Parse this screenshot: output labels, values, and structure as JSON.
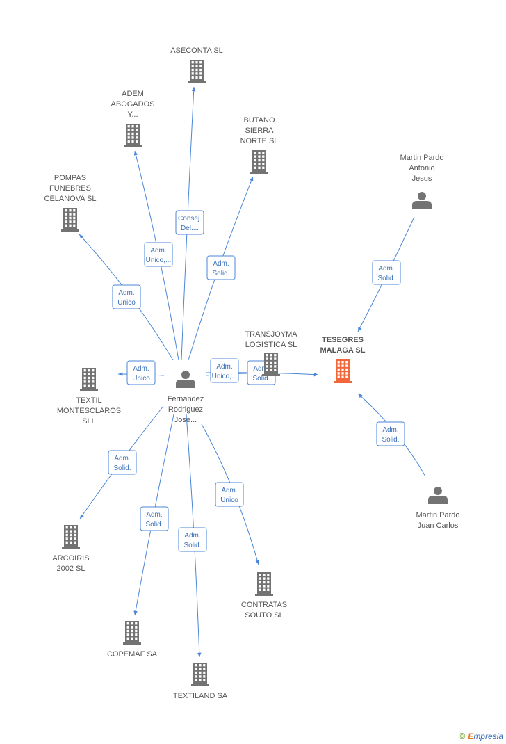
{
  "colors": {
    "edge": "#4a86d8",
    "company": "#737373",
    "focus_company": "#f26739",
    "person": "#737373"
  },
  "nodes": [
    {
      "id": "aseconta",
      "kind": "company",
      "label": [
        "ASECONTA SL"
      ]
    },
    {
      "id": "adem",
      "kind": "company",
      "label": [
        "ADEM",
        "ABOGADOS",
        "Y..."
      ]
    },
    {
      "id": "butano",
      "kind": "company",
      "label": [
        "BUTANO",
        "SIERRA",
        "NORTE SL"
      ]
    },
    {
      "id": "pompas",
      "kind": "company",
      "label": [
        "POMPAS",
        "FUNEBRES",
        "CELANOVA SL"
      ]
    },
    {
      "id": "martin-antonio",
      "kind": "person",
      "label": [
        "Martin Pardo",
        "Antonio",
        "Jesus"
      ]
    },
    {
      "id": "transjoyma",
      "kind": "company",
      "label": [
        "TRANSJOYMA",
        "LOGISTICA SL"
      ]
    },
    {
      "id": "tesegres",
      "kind": "focus",
      "label": [
        "TESEGRES",
        "MALAGA SL"
      ]
    },
    {
      "id": "textil-montesclaros",
      "kind": "company",
      "label": [
        "TEXTIL",
        "MONTESCLAROS",
        "SLL"
      ]
    },
    {
      "id": "fernandez",
      "kind": "person",
      "label": [
        "Fernandez",
        "Rodriguez",
        "Jose..."
      ]
    },
    {
      "id": "martin-juan",
      "kind": "person",
      "label": [
        "Martin Pardo",
        "Juan Carlos"
      ]
    },
    {
      "id": "arcoiris",
      "kind": "company",
      "label": [
        "ARCOIRIS",
        "2002 SL"
      ]
    },
    {
      "id": "contratas",
      "kind": "company",
      "label": [
        "CONTRATAS",
        "SOUTO SL"
      ]
    },
    {
      "id": "copemaf",
      "kind": "company",
      "label": [
        "COPEMAF SA"
      ]
    },
    {
      "id": "textiland",
      "kind": "company",
      "label": [
        "TEXTILAND SA"
      ]
    }
  ],
  "edges": [
    {
      "from": "fernandez",
      "to": "aseconta",
      "label": [
        "Consej.",
        "Del...."
      ]
    },
    {
      "from": "fernandez",
      "to": "adem",
      "label": [
        "Adm.",
        "Unico,..."
      ]
    },
    {
      "from": "fernandez",
      "to": "butano",
      "label": [
        "Adm.",
        "Solid."
      ]
    },
    {
      "from": "fernandez",
      "to": "pompas",
      "label": [
        "Adm.",
        "Unico"
      ]
    },
    {
      "from": "fernandez",
      "to": "textil-montesclaros",
      "label": [
        "Adm.",
        "Unico"
      ]
    },
    {
      "from": "fernandez",
      "to": "transjoyma",
      "label": [
        "Adm.",
        "Unico,..."
      ]
    },
    {
      "from": "fernandez",
      "to": "tesegres",
      "label": [
        "Adm.",
        "Solid."
      ]
    },
    {
      "from": "martin-antonio",
      "to": "tesegres",
      "label": [
        "Adm.",
        "Solid."
      ]
    },
    {
      "from": "martin-juan",
      "to": "tesegres",
      "label": [
        "Adm.",
        "Solid."
      ]
    },
    {
      "from": "fernandez",
      "to": "arcoiris",
      "label": [
        "Adm.",
        "Solid."
      ]
    },
    {
      "from": "fernandez",
      "to": "copemaf",
      "label": [
        "Adm.",
        "Solid."
      ]
    },
    {
      "from": "fernandez",
      "to": "textiland",
      "label": [
        "Adm.",
        "Solid."
      ]
    },
    {
      "from": "fernandez",
      "to": "contratas",
      "label": [
        "Adm.",
        "Unico"
      ]
    }
  ],
  "watermark": {
    "copyright": "©",
    "brand_first": "E",
    "brand_rest": "mpresia"
  }
}
